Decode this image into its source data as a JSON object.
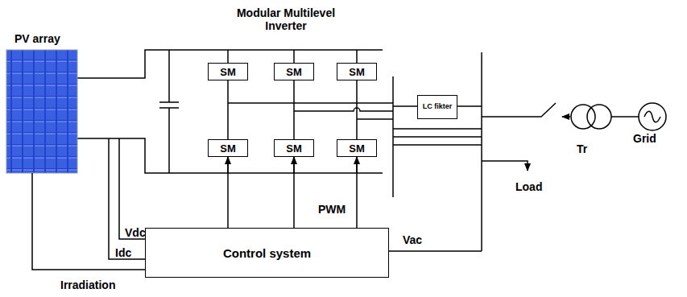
{
  "diagram": {
    "nodes": [
      {
        "text": [
          "PV array"
        ]
      },
      {
        "text": [
          "SM"
        ]
      },
      {
        "text": [
          "SM"
        ]
      },
      {
        "text": [
          "SM"
        ]
      },
      {
        "text": [
          "SM"
        ]
      },
      {
        "text": [
          "SM"
        ]
      },
      {
        "text": [
          "SM"
        ]
      },
      {
        "text": [
          "LC fikter"
        ]
      },
      {
        "text": [
          "Control system"
        ]
      }
    ],
    "edges": [
      {
        "from": 8,
        "to": 4,
        "arrow": "to"
      },
      {
        "from": 8,
        "to": 5,
        "arrow": "to"
      },
      {
        "from": 8,
        "to": 6,
        "arrow": "to"
      },
      {
        "from": 0,
        "to": 8,
        "arrow": "none"
      }
    ],
    "labels": [
      "Modular Multilevel Inverter",
      "Tr",
      "Grid",
      "Load",
      "PWM",
      "Vdc",
      "Idc",
      "Vac",
      "Irradiation"
    ]
  }
}
